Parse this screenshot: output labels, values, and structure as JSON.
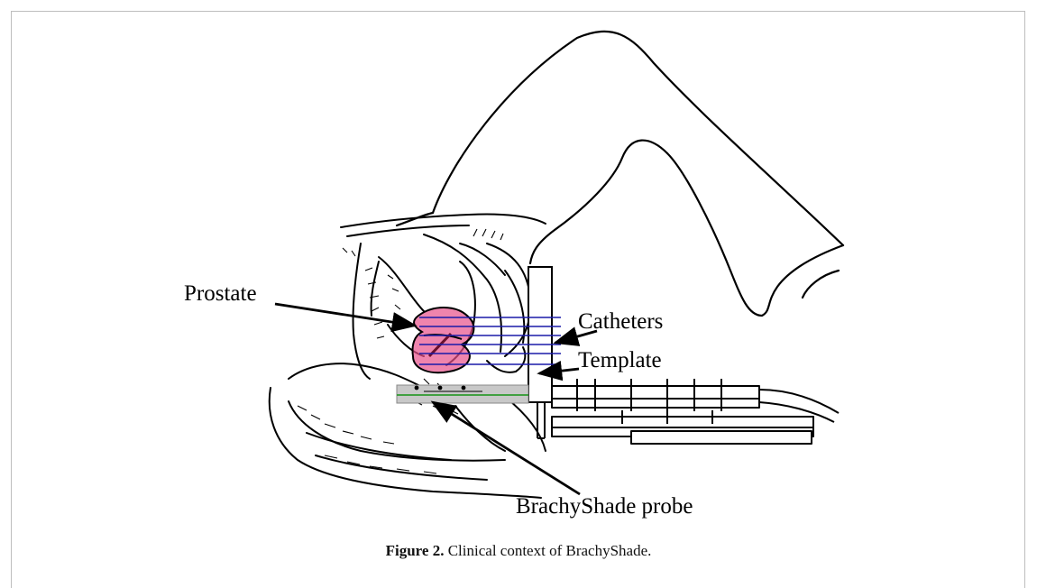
{
  "figure": {
    "labels": {
      "prostate": "Prostate",
      "catheters": "Catheters",
      "template": "Template",
      "probe": "BrachyShade probe"
    },
    "caption": {
      "number": "Figure 2.",
      "text": "Clinical context of BrachyShade."
    },
    "colors": {
      "prostate_fill": "#e8508a",
      "catheter_lines": "#1a1aa8",
      "probe_body": "#c8c8c8",
      "probe_line": "#2e9a2e",
      "outline": "#000000"
    }
  }
}
